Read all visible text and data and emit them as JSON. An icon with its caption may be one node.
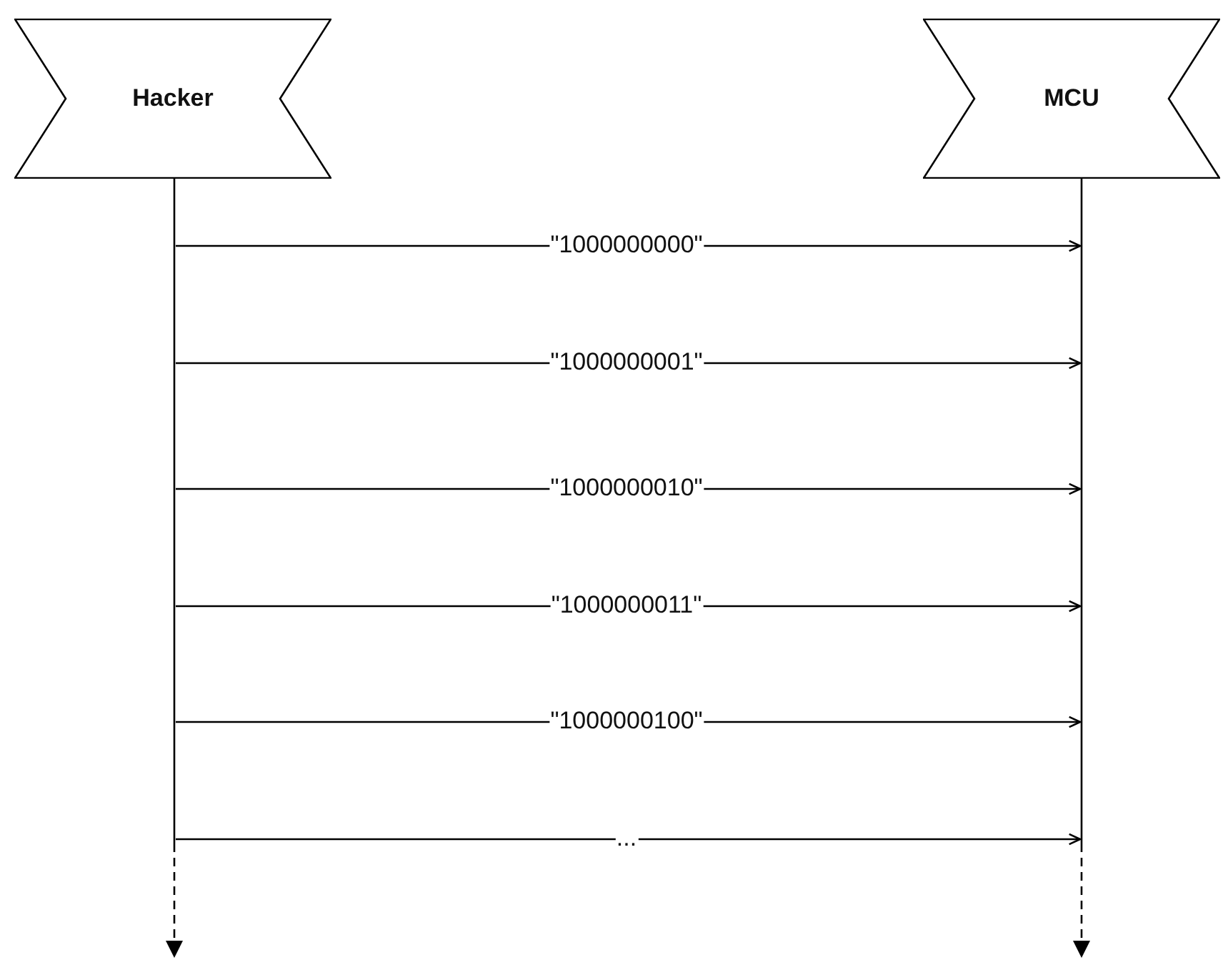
{
  "diagram": {
    "nodes": [
      {
        "text": [
          "Hacker"
        ]
      },
      {
        "text": [
          "MCU"
        ]
      },
      {
        "text": [],
        "shape": "bar"
      },
      {
        "text": [],
        "shape": "bar"
      }
    ],
    "edges": [
      {
        "from": 2,
        "to": 3,
        "label": "\"1000000000\"",
        "arrow": "to"
      },
      {
        "from": 2,
        "to": 3,
        "label": "\"1000000001\"",
        "arrow": "to"
      },
      {
        "from": 2,
        "to": 3,
        "label": "\"1000000010\"",
        "arrow": "to"
      },
      {
        "from": 2,
        "to": 3,
        "label": "\"1000000011\"",
        "arrow": "to"
      },
      {
        "from": 2,
        "to": 3,
        "label": "\"1000000100\"",
        "arrow": "to"
      },
      {
        "from": 2,
        "to": 3,
        "label": "...",
        "arrow": "to"
      },
      {
        "from": 2,
        "to": null,
        "arrow": "to",
        "style": "dashed"
      },
      {
        "from": 3,
        "to": null,
        "arrow": "to",
        "style": "dashed"
      }
    ]
  }
}
